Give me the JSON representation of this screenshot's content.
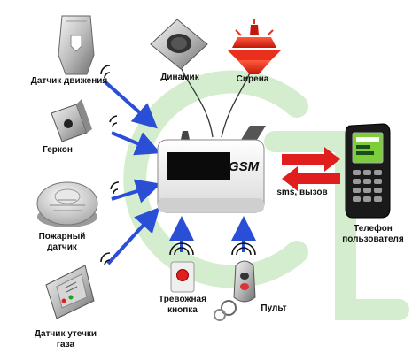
{
  "devices": {
    "motion_sensor": "Датчик движения",
    "reed_switch": "Геркон",
    "smoke_detector": "Пожарный\nдатчик",
    "gas_sensor": "Датчик утечки\nгаза",
    "speaker": "Динамик",
    "siren": "Сирена",
    "panic_button": "Тревожная\nкнопка",
    "remote": "Пульт",
    "user_phone": "Телефон\nпользователя"
  },
  "hub": {
    "label": "GSM"
  },
  "link": {
    "label": "sms, вызов"
  },
  "colors": {
    "signal_arrow": "#2a4fd6",
    "sms_arrow": "#e01e1e",
    "siren": "#e8301c",
    "watermark": "#c9e8c2",
    "hub_screen": "#0b0b0b"
  }
}
